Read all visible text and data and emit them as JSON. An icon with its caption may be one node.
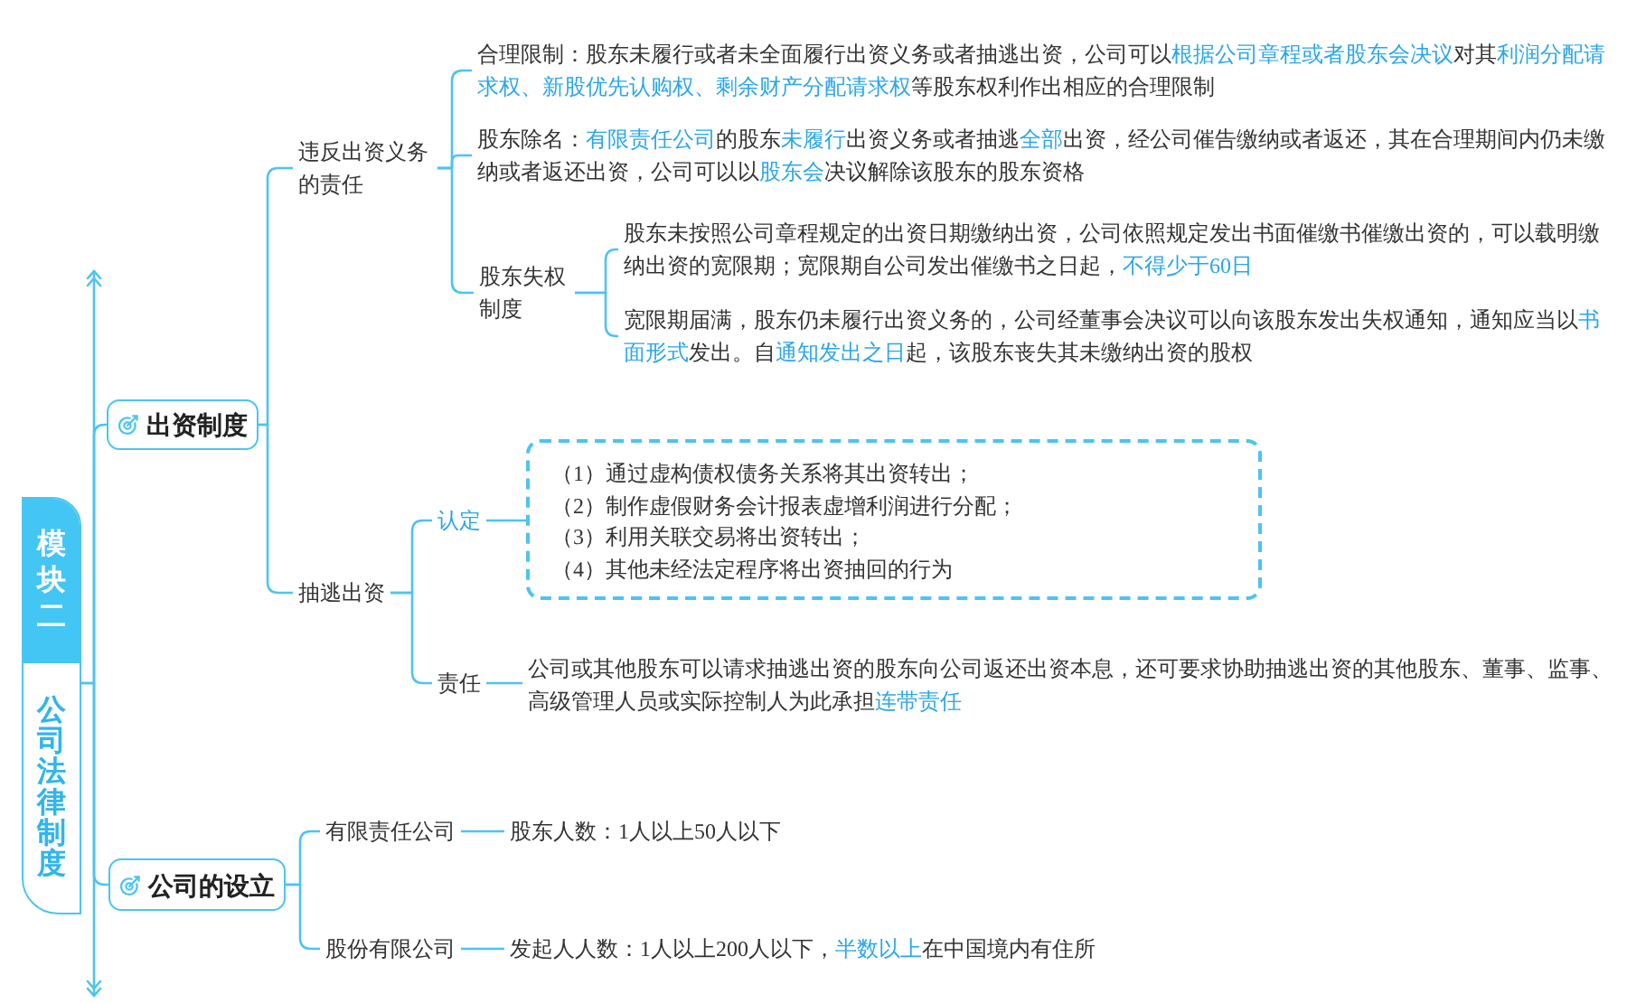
{
  "diagram": {
    "nodes": [
      {
        "text": [
          "模块二",
          "公司法律制度"
        ]
      },
      {
        "text": [
          "出资制度"
        ]
      },
      {
        "text": [
          "违反出资义务的责任"
        ]
      },
      {
        "text": [
          "合理限制：股东未履行或者未全面履行出资义务或者抽逃出资，公司可以**根据公司章程或者股东会决议**对其**利润分配请求权、新股优先认购权、剩余财产分配请求权**等股东权利作出相应的合理限制"
        ]
      },
      {
        "text": [
          "股东除名：**有限责任公司**的股东**未履行**出资义务或者抽逃**全部**出资，经公司催告缴纳或者返还，其在合理期间内仍未缴纳或者返还出资，公司可以以**股东会**决议解除该股东的股东资格"
        ]
      },
      {
        "text": [
          "股东失权制度"
        ]
      },
      {
        "text": [
          "股东未按照公司章程规定的出资日期缴纳出资，公司依照规定发出书面催缴书催缴出资的，可以载明缴纳出资的宽限期；宽限期自公司发出催缴书之日起，**不得少于60日**"
        ]
      },
      {
        "text": [
          "宽限期届满，股东仍未履行出资义务的，公司经董事会决议可以向该股东发出失权通知，通知应当以**书面形式**发出。自**通知发出之日**起，该股东丧失其未缴纳出资的股权"
        ]
      },
      {
        "text": [
          "抽逃出资"
        ]
      },
      {
        "text": [
          "认定"
        ]
      },
      {
        "text": [
          "（1）通过虚构债权债务关系将其出资转出；",
          "（2）制作虚假财务会计报表虚增利润进行分配；",
          "（3）利用关联交易将出资转出；",
          "（4）其他未经法定程序将出资抽回的行为"
        ]
      },
      {
        "text": [
          "责任"
        ]
      },
      {
        "text": [
          "公司或其他股东可以请求抽逃出资的股东向公司返还出资本息，还可要求协助抽逃出资的其他股东、董事、监事、高级管理人员或实际控制人为此承担**连带责任**"
        ]
      },
      {
        "text": [
          "公司的设立"
        ]
      },
      {
        "text": [
          "有限责任公司"
        ]
      },
      {
        "text": [
          "股东人数：1人以上50人以下"
        ]
      },
      {
        "text": [
          "股份有限公司"
        ]
      },
      {
        "text": [
          "发起人人数：1人以上200人以下，**半数以上**在中国境内有住所"
        ]
      }
    ],
    "edges": [
      {
        "from": 0,
        "to": 1,
        "arrow": "none"
      },
      {
        "from": 0,
        "to": 13,
        "arrow": "none"
      },
      {
        "from": 1,
        "to": 2,
        "arrow": "none"
      },
      {
        "from": 1,
        "to": 8,
        "arrow": "none"
      },
      {
        "from": 2,
        "to": 3,
        "arrow": "none"
      },
      {
        "from": 2,
        "to": 4,
        "arrow": "none"
      },
      {
        "from": 2,
        "to": 5,
        "arrow": "none"
      },
      {
        "from": 5,
        "to": 6,
        "arrow": "none"
      },
      {
        "from": 5,
        "to": 7,
        "arrow": "none"
      },
      {
        "from": 8,
        "to": 9,
        "arrow": "none"
      },
      {
        "from": 8,
        "to": 11,
        "arrow": "none"
      },
      {
        "from": 9,
        "to": 10,
        "arrow": "none"
      },
      {
        "from": 11,
        "to": 12,
        "arrow": "none"
      },
      {
        "from": 13,
        "to": 14,
        "arrow": "none"
      },
      {
        "from": 13,
        "to": 16,
        "arrow": "none"
      },
      {
        "from": 14,
        "to": 15,
        "arrow": "none"
      },
      {
        "from": 16,
        "to": 17,
        "arrow": "none"
      }
    ]
  }
}
